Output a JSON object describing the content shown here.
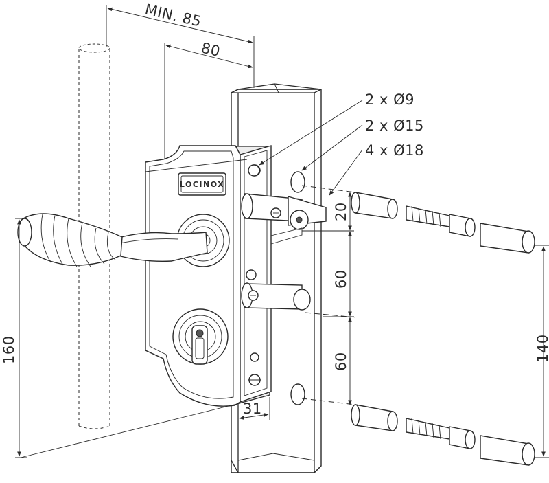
{
  "brand": {
    "logo_text": "LOCINOX"
  },
  "dimensions": {
    "min_gap": "MIN. 85",
    "backset": "80",
    "bolt_offset": "20",
    "spacing_upper": "60",
    "spacing_lower": "60",
    "plate_height": "160",
    "fixing_span": "140",
    "profile_width": "31"
  },
  "callouts": {
    "hole_9": "2 x Ø9",
    "hole_15": "2 x Ø15",
    "hole_18": "4 x Ø18"
  }
}
